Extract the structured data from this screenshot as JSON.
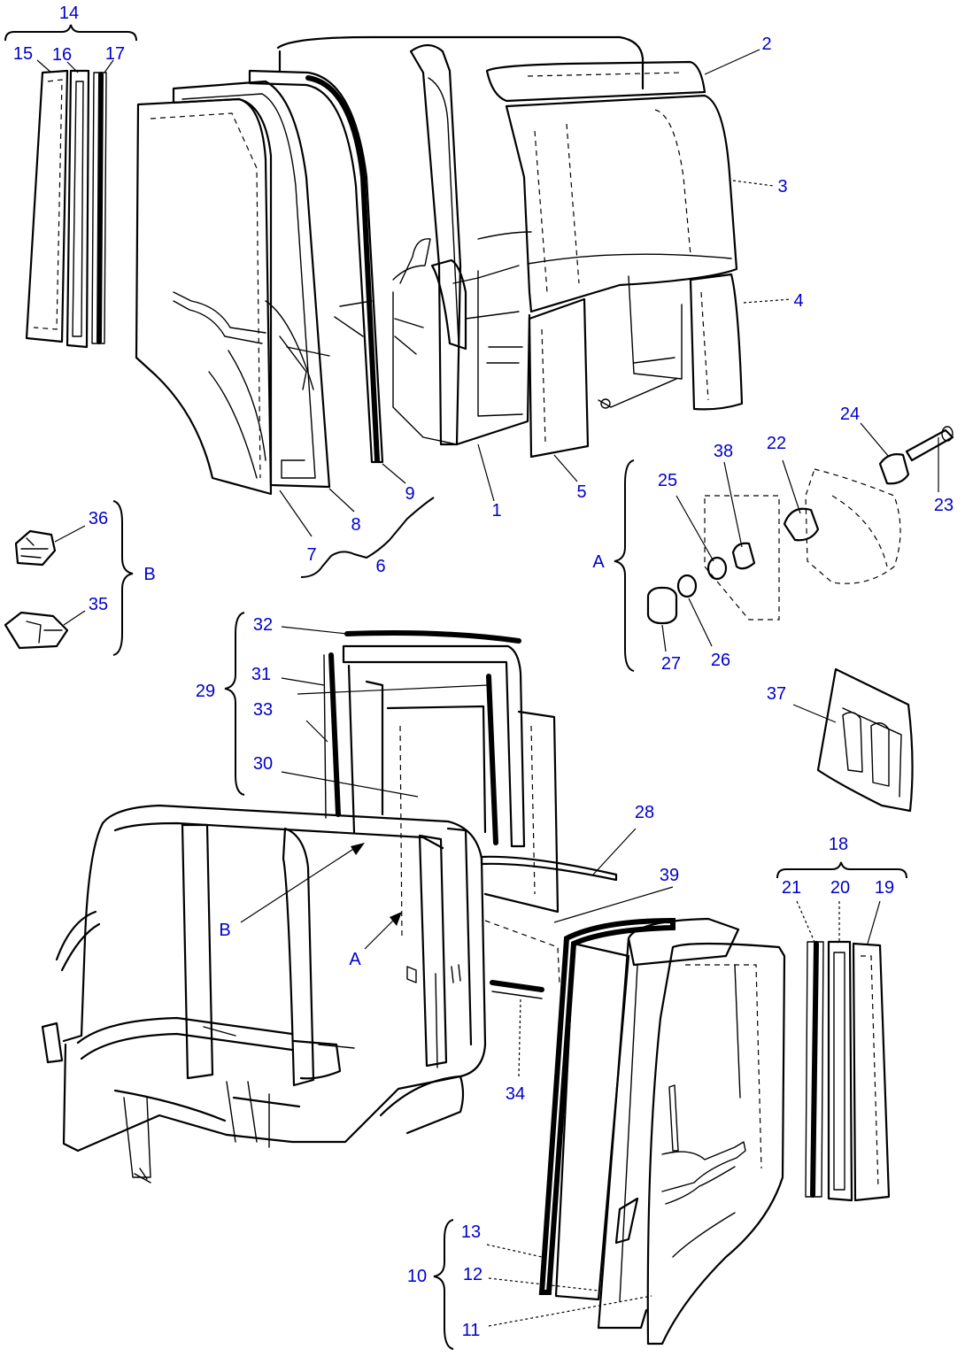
{
  "labels": [
    {
      "id": "14",
      "text": "14"
    },
    {
      "id": "15",
      "text": "15"
    },
    {
      "id": "16",
      "text": "16"
    },
    {
      "id": "17",
      "text": "17"
    },
    {
      "id": "2",
      "text": "2"
    },
    {
      "id": "3",
      "text": "3"
    },
    {
      "id": "4",
      "text": "4"
    },
    {
      "id": "1",
      "text": "1"
    },
    {
      "id": "5",
      "text": "5"
    },
    {
      "id": "6",
      "text": "6"
    },
    {
      "id": "7",
      "text": "7"
    },
    {
      "id": "8",
      "text": "8"
    },
    {
      "id": "9",
      "text": "9"
    },
    {
      "id": "36",
      "text": "36"
    },
    {
      "id": "35",
      "text": "35"
    },
    {
      "id": "B_group",
      "text": "B"
    },
    {
      "id": "A_group",
      "text": "A"
    },
    {
      "id": "25",
      "text": "25"
    },
    {
      "id": "38",
      "text": "38"
    },
    {
      "id": "22",
      "text": "22"
    },
    {
      "id": "24",
      "text": "24"
    },
    {
      "id": "23",
      "text": "23"
    },
    {
      "id": "27",
      "text": "27"
    },
    {
      "id": "26",
      "text": "26"
    },
    {
      "id": "37",
      "text": "37"
    },
    {
      "id": "32",
      "text": "32"
    },
    {
      "id": "31",
      "text": "31"
    },
    {
      "id": "33",
      "text": "33"
    },
    {
      "id": "29",
      "text": "29"
    },
    {
      "id": "30",
      "text": "30"
    },
    {
      "id": "28",
      "text": "28"
    },
    {
      "id": "39",
      "text": "39"
    },
    {
      "id": "B_arrow",
      "text": "B"
    },
    {
      "id": "A_arrow",
      "text": "A"
    },
    {
      "id": "34",
      "text": "34"
    },
    {
      "id": "18",
      "text": "18"
    },
    {
      "id": "21",
      "text": "21"
    },
    {
      "id": "20",
      "text": "20"
    },
    {
      "id": "19",
      "text": "19"
    },
    {
      "id": "13",
      "text": "13"
    },
    {
      "id": "10",
      "text": "10"
    },
    {
      "id": "12",
      "text": "12"
    },
    {
      "id": "11",
      "text": "11"
    }
  ],
  "colors": {
    "callout": "#0000cc",
    "line": "#000000",
    "background": "#ffffff"
  }
}
